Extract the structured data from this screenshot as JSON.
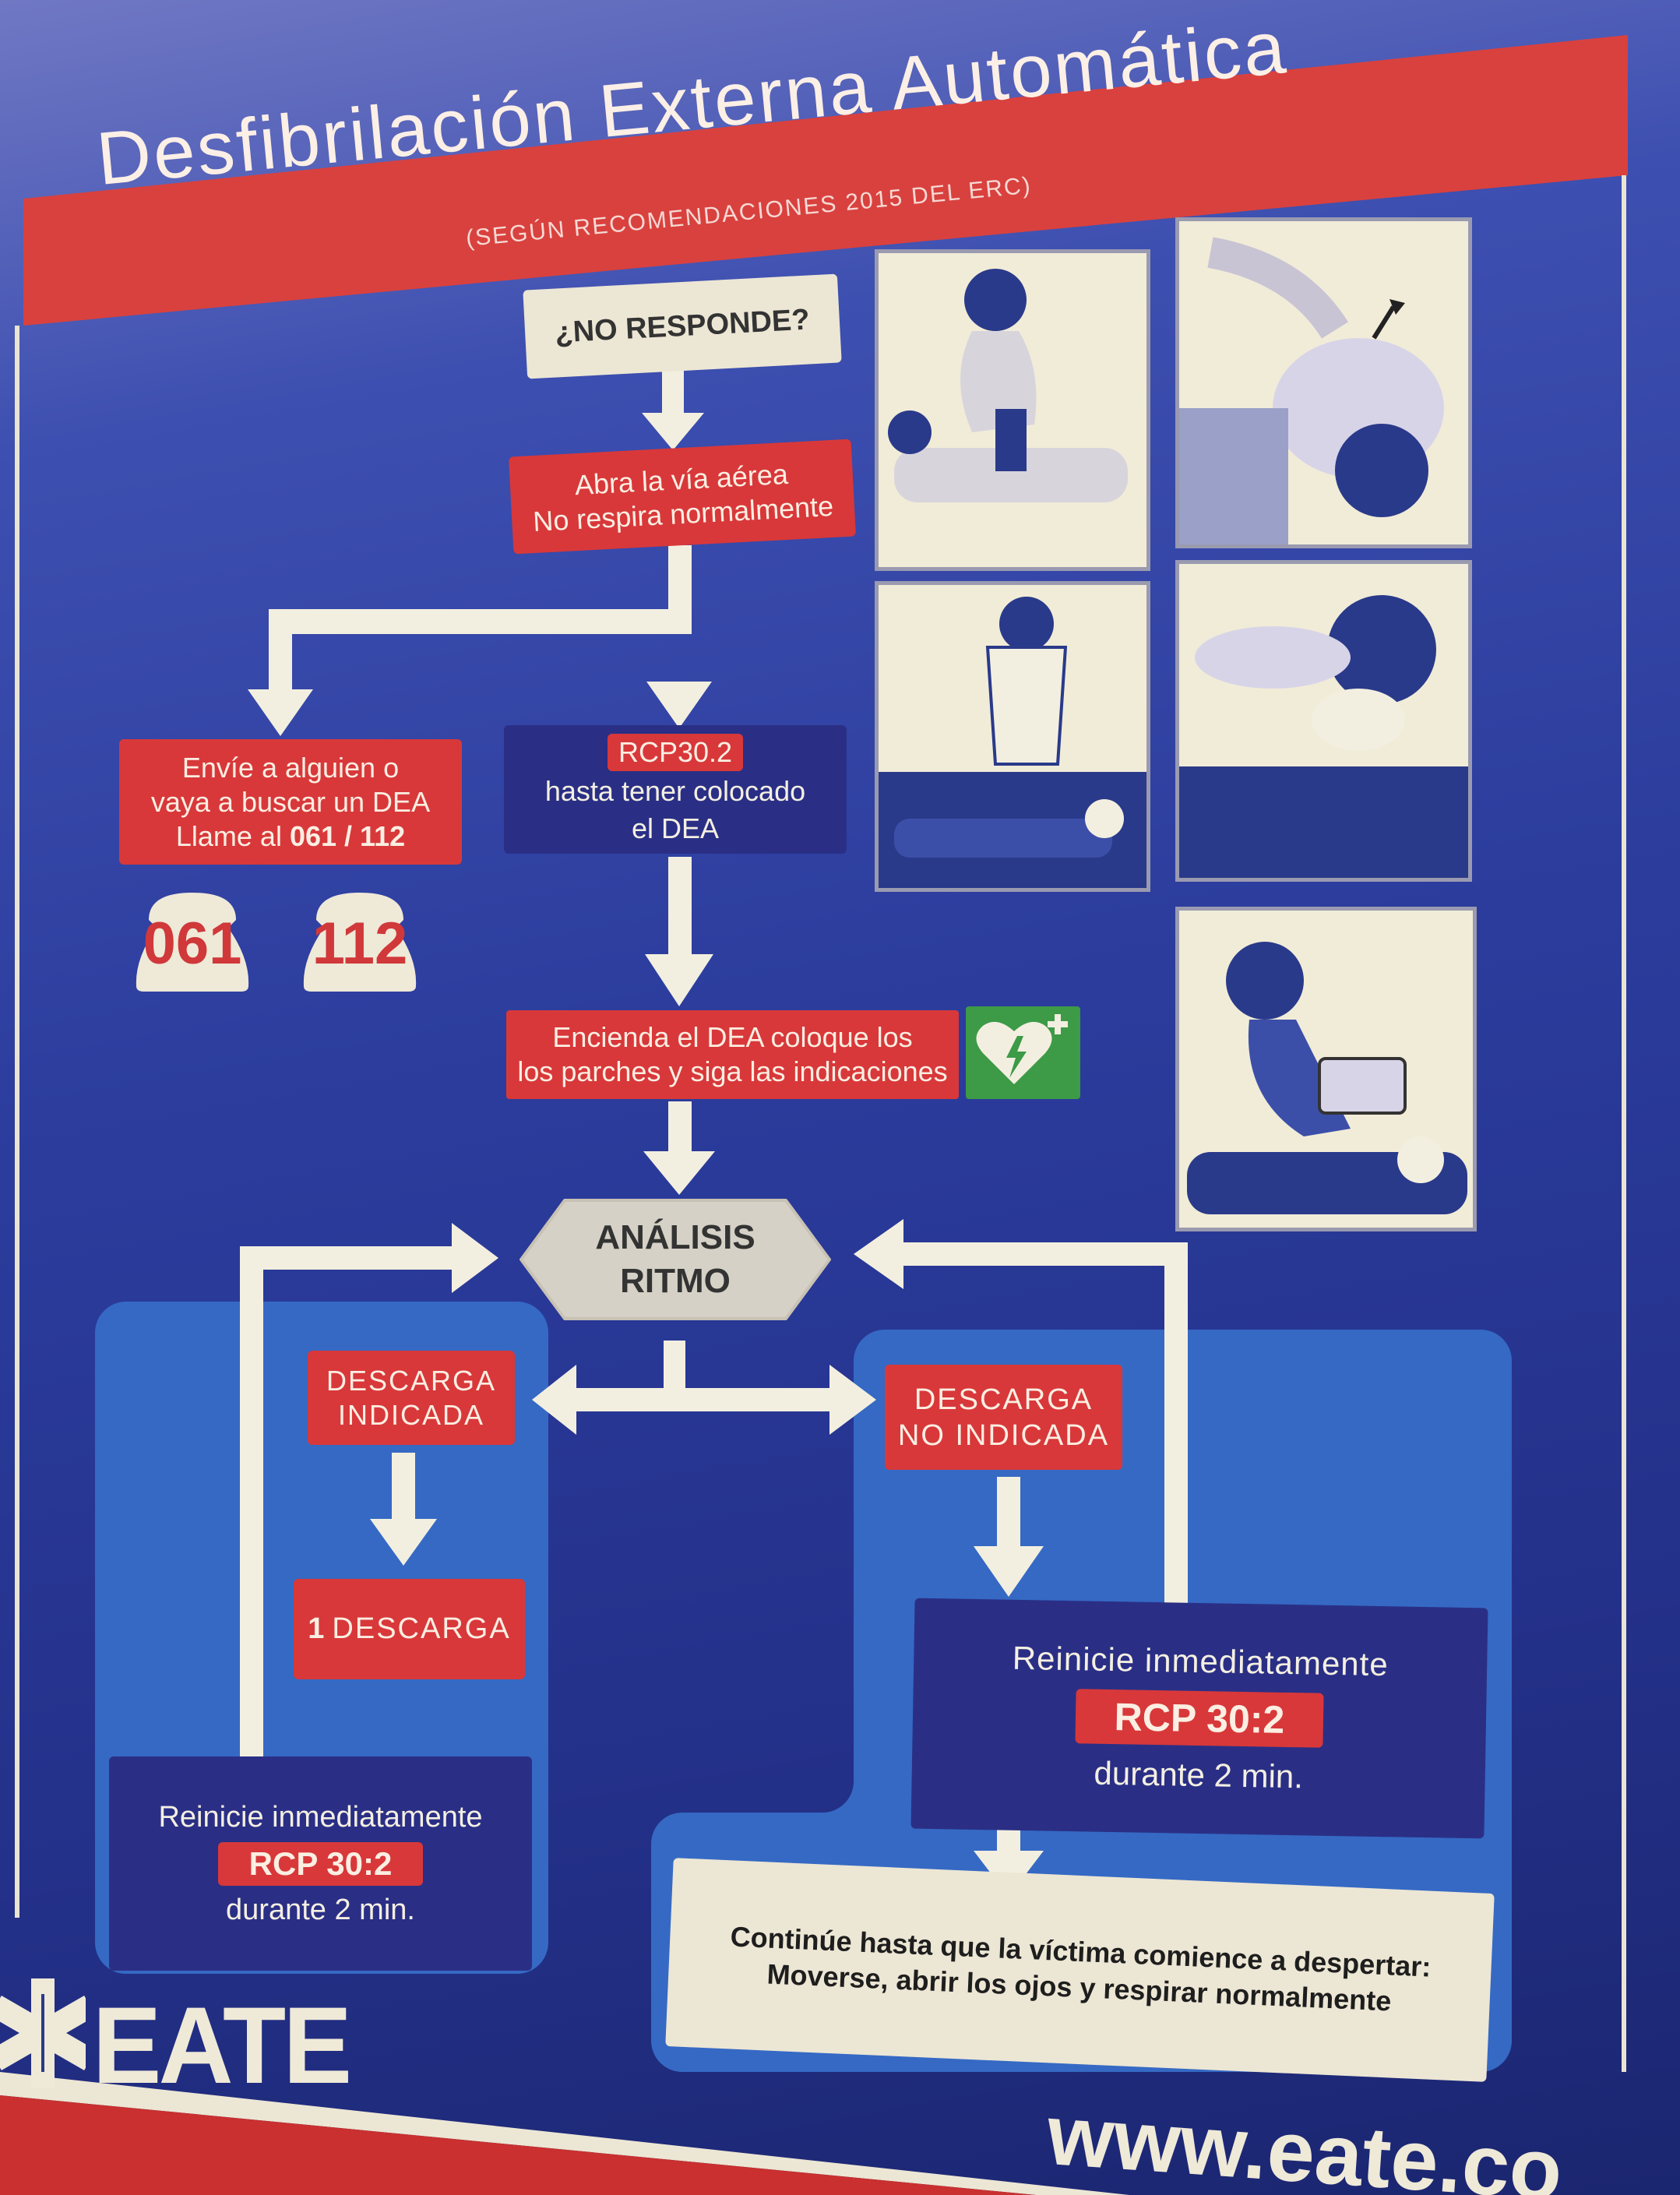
{
  "header": {
    "title": "Desfibrilación Externa Automática",
    "subtitle": "(SEGÚN RECOMENDACIONES 2015 DEL ERC)"
  },
  "flow": {
    "no_responde": "¿NO RESPONDE?",
    "abra_line1": "Abra la vía aérea",
    "abra_line2": "No respira normalmente",
    "envie_line1": "Envíe a alguien o",
    "envie_line2": "vaya a buscar un DEA",
    "envie_line3_prefix": "Llame al",
    "envie_line3_numbers": "061 / 112",
    "phone_1": "061",
    "phone_2": "112",
    "rcp_pill": "RCP30.2",
    "rcp_line1": "hasta tener colocado",
    "rcp_line2": "el DEA",
    "encienda_line1": "Encienda el DEA coloque los",
    "encienda_line2": "los parches y siga las indicaciones",
    "analisis_line1": "ANÁLISIS",
    "analisis_line2": "RITMO",
    "descarga_ind_line1": "DESCARGA",
    "descarga_ind_line2": "INDICADA",
    "una_descarga_num": "1",
    "una_descarga_label": "DESCARGA",
    "descarga_no_line1": "DESCARGA",
    "descarga_no_line2": "NO INDICADA",
    "left_reinicie": "Reinicie inmediatamente",
    "left_rcp": "RCP 30:2",
    "left_durante": "durante 2 min.",
    "right_reinicie": "Reinicie inmediatamente",
    "right_rcp": "RCP 30:2",
    "right_durante": "durante 2 min.",
    "continue_line1": "Continúe hasta que la víctima comience a despertar:",
    "continue_line2": "Moverse, abrir los ojos y respirar normalmente"
  },
  "footer": {
    "logo": "EATE",
    "url": "www.eate.co"
  },
  "colors": {
    "red": "#d8383a",
    "navy": "#2a2f85",
    "blue": "#2c3d9e",
    "light_blue": "#3b6fc8",
    "cream": "#ece6d4",
    "aed_green": "#3d9a47"
  }
}
